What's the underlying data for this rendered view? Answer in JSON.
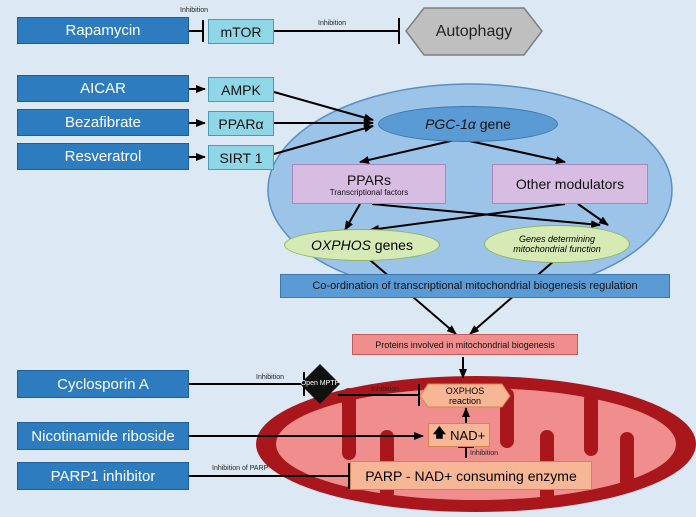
{
  "drugs": {
    "rapamycin": "Rapamycin",
    "aicar": "AICAR",
    "bezafibrate": "Bezafibrate",
    "resveratrol": "Resveratrol",
    "cyclosporin": "Cyclosporin A",
    "nicotinamide": "Nicotinamide riboside",
    "parp1": "PARP1 inhibitor"
  },
  "targets": {
    "mtor": "mTOR",
    "ampk": "AMPK",
    "ppar": "PPARα",
    "sirt1": "SIRT 1"
  },
  "autophagy": "Autophagy",
  "pgc_gene": {
    "italic": "PGC-1α",
    "rest": " gene"
  },
  "ppars": {
    "title": "PPARs",
    "subtitle": "Transcriptional factors"
  },
  "other_modulators": "Other modulators",
  "oxphos_genes": {
    "italic": "OXPHOS",
    "rest": " genes"
  },
  "genes_mito": "Genes determining mitochondrial function",
  "coordination": "Co-ordination of transcriptional mitochondrial biogenesis regulation",
  "proteins": "Proteins involved in mitochondrial biogenesis",
  "open_mptp": "Open MPTP",
  "oxphos_reaction": "OXPHOS reaction",
  "nad": "NAD+",
  "nad_arrow": "🡅",
  "parp_enzyme": "PARP -  NAD+ consuming enzyme",
  "labels": {
    "inh_rapa": "Inhibition",
    "inh_mtor": "Inhibition",
    "inh_cyclo": "Inhibition",
    "inh_mptp": "Inhibition",
    "inh_parp": "Inhibition of PARP",
    "inh_nad": "Inhibition"
  },
  "colors": {
    "background": "#dce9f4",
    "drug_box": "#2e7cc0",
    "target_box": "#8fd6e6",
    "nucleus": "#9cc3e8",
    "mitochondrion_outer": "#a9171d",
    "mitochondrion_inner": "#f08e8e"
  }
}
